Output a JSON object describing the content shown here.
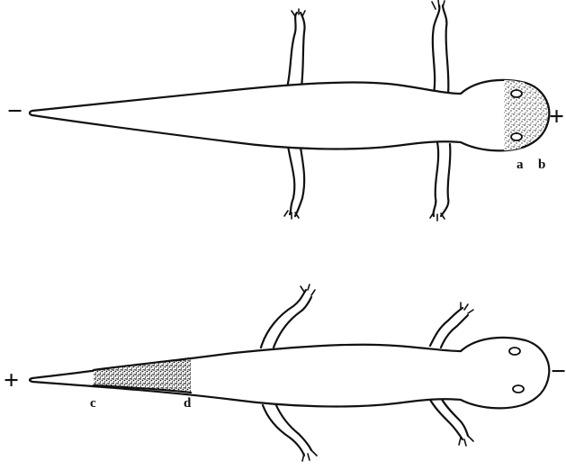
{
  "figure": {
    "top": {
      "left_sign": "−",
      "right_sign": "+",
      "label_a": "a",
      "label_b": "b"
    },
    "bottom": {
      "left_sign": "+",
      "right_sign": "−",
      "label_c": "c",
      "label_d": "d"
    }
  }
}
